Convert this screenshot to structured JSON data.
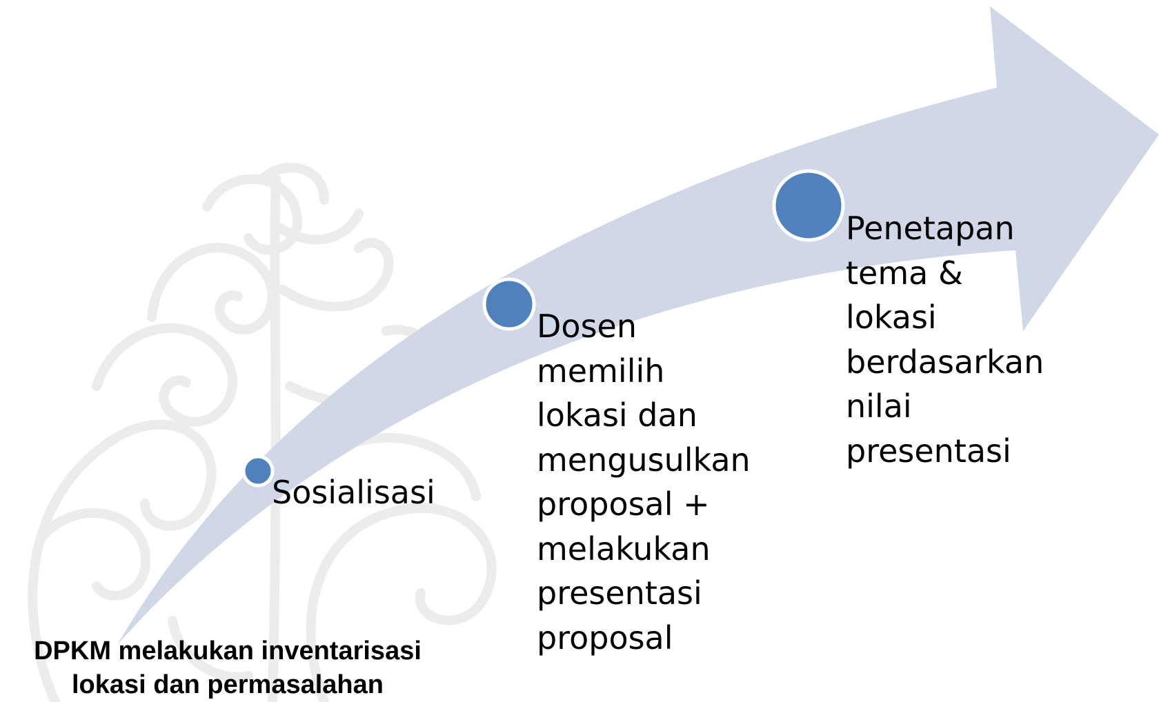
{
  "steps": [
    {
      "id": "sosialisasi",
      "lines": [
        "Sosialisasi"
      ]
    },
    {
      "id": "dosen",
      "lines": [
        "Dosen",
        "memilih",
        "lokasi dan",
        "mengusulkan",
        "proposal +",
        "melakukan",
        "presentasi",
        "proposal"
      ]
    },
    {
      "id": "penetapan",
      "lines": [
        "Penetapan",
        "tema &",
        "lokasi",
        "berdasarkan",
        "nilai",
        "presentasi"
      ]
    }
  ],
  "caption": {
    "lines": [
      "DPKM melakukan inventarisasi",
      "lokasi dan permasalahan"
    ]
  },
  "colors": {
    "arrow": "#d0d8e8",
    "node": "#4f81bd",
    "node_ring": "#ffffff",
    "watermark": "#ececec",
    "text": "#000000"
  },
  "icons": {
    "arrow": "curved-arrow-up-right",
    "background": "swirl-tree-watermark"
  }
}
